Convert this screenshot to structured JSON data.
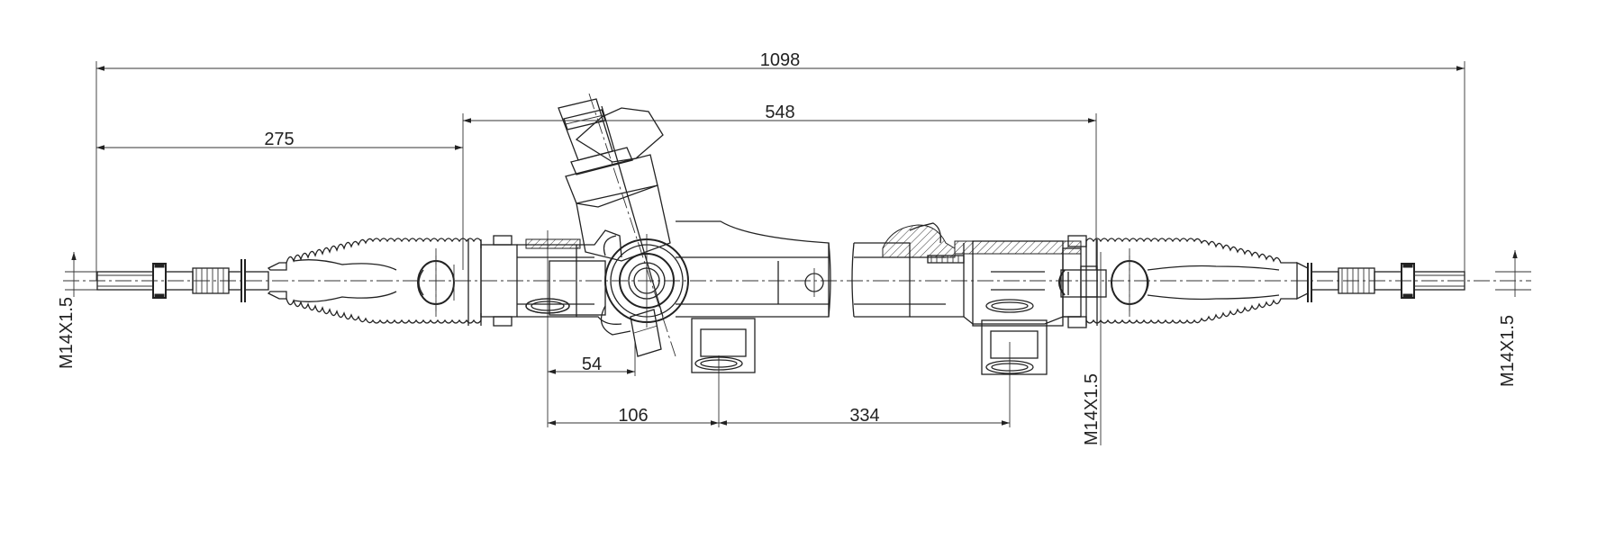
{
  "dimensions": {
    "overall_length": "1098",
    "inner_tie_rod_span": "548",
    "left_offset": "275",
    "pinion_offset": "54",
    "mount_offset": "106",
    "mount_spacing": "334"
  },
  "thread_labels": {
    "left_tie_rod": "M14X1.5",
    "right_inner": "M14X1.5",
    "right_tie_rod": "M14X1.5"
  }
}
